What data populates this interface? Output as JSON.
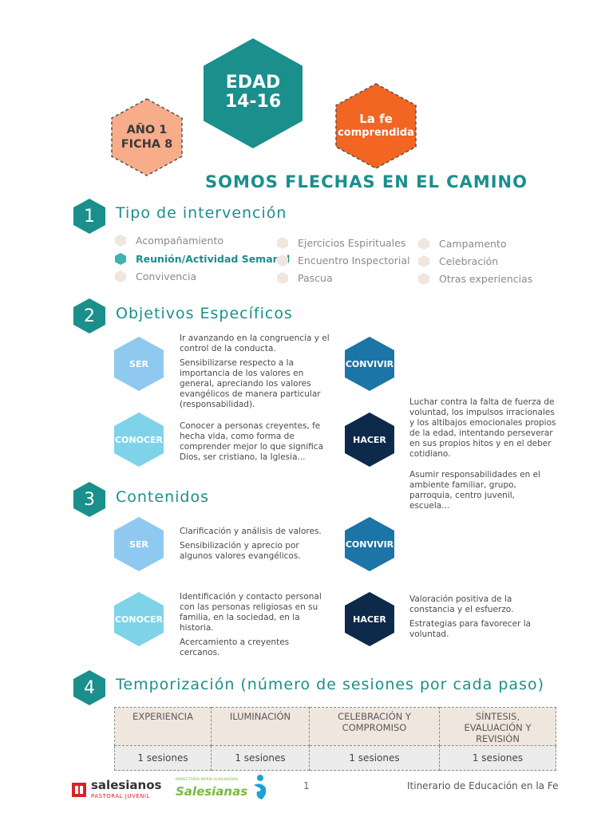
{
  "header": {
    "age_label": "EDAD",
    "age_range": "14-16",
    "year": "AÑO 1",
    "sheet": "FICHA 8",
    "theme_line1": "La fe",
    "theme_line2": "comprendida",
    "title": "SOMOS FLECHAS EN EL CAMINO"
  },
  "section1": {
    "number": "1",
    "title": "Tipo de intervención",
    "col1": [
      "Acompañamiento",
      "Reunión/Actividad Semanal",
      "Convivencia"
    ],
    "col2": [
      "Ejercicios Espirituales",
      "Encuentro Inspectorial",
      "Pascua"
    ],
    "col3": [
      "Campamento",
      "Celebración",
      "Otras experiencias"
    ]
  },
  "section2": {
    "number": "2",
    "title": "Objetivos Específicos",
    "ser_label": "SER",
    "convivir_label": "CONVIVIR",
    "conocer_label": "CONOCER",
    "hacer_label": "HACER",
    "ser_p1": "Ir avanzando en la congruencia y el control de la conducta.",
    "ser_p2": "Sensibilizarse respecto a la importancia de los valores en general, apreciando los valores evangélicos de manera particular (responsabilidad).",
    "conocer_p1": "Conocer a personas creyentes, fe hecha vida, como forma de comprender mejor lo que significa Dios, ser cristiano, la Iglesia...",
    "hacer_p1": "Luchar contra la falta de fuerza de voluntad, los impulsos irracionales y los altibajos emocionales propios de la edad, intentando perseverar en sus propios hitos y en el deber cotidiano.",
    "hacer_p2": "Asumir responsabilidades en el ambiente familiar, grupo, parroquia, centro juvenil, escuela..."
  },
  "section3": {
    "number": "3",
    "title": "Contenidos",
    "ser_label": "SER",
    "convivir_label": "CONVIVIR",
    "conocer_label": "CONOCER",
    "hacer_label": "HACER",
    "ser_p1": "Clarificación y análisis de valores.",
    "ser_p2": "Sensibilización y aprecio por algunos valores evangélicos.",
    "conocer_p1": "Identificación y contacto personal con las personas religiosas en su familia, en la sociedad, en la historia.",
    "conocer_p2": "Acercamiento a creyentes cercanos.",
    "hacer_p1": "Valoración positiva de la constancia y el esfuerzo.",
    "hacer_p2": "Estrategias para favorecer la voluntad."
  },
  "section4": {
    "number": "4",
    "title": "Temporización (número de sesiones por cada paso)",
    "headers": [
      "EXPERIENCIA",
      "ILUMINACIÓN",
      "CELEBRACIÓN Y COMPROMISO",
      "SÍNTESIS, EVALUACIÓN Y REVISIÓN"
    ],
    "values": [
      "1 sesiones",
      "1 sesiones",
      "1 sesiones",
      "1 sesiones"
    ]
  },
  "footer": {
    "logo1_name": "salesianos",
    "logo1_sub": "PASTORAL JUVENIL",
    "logo2_small": "INSPECTORÍA MARÍA AUXILIADORA",
    "logo2_name": "Salesianas",
    "page": "1",
    "doc_title": "Itinerario de Educación en la Fe"
  },
  "colors": {
    "teal": "#1a8f8c",
    "orange": "#f26522",
    "peach": "#f7ad8a",
    "light_blue": "#90c9ef",
    "cyan": "#7fd3e8",
    "mid_blue": "#1d74a6",
    "navy": "#0d2a4a"
  }
}
